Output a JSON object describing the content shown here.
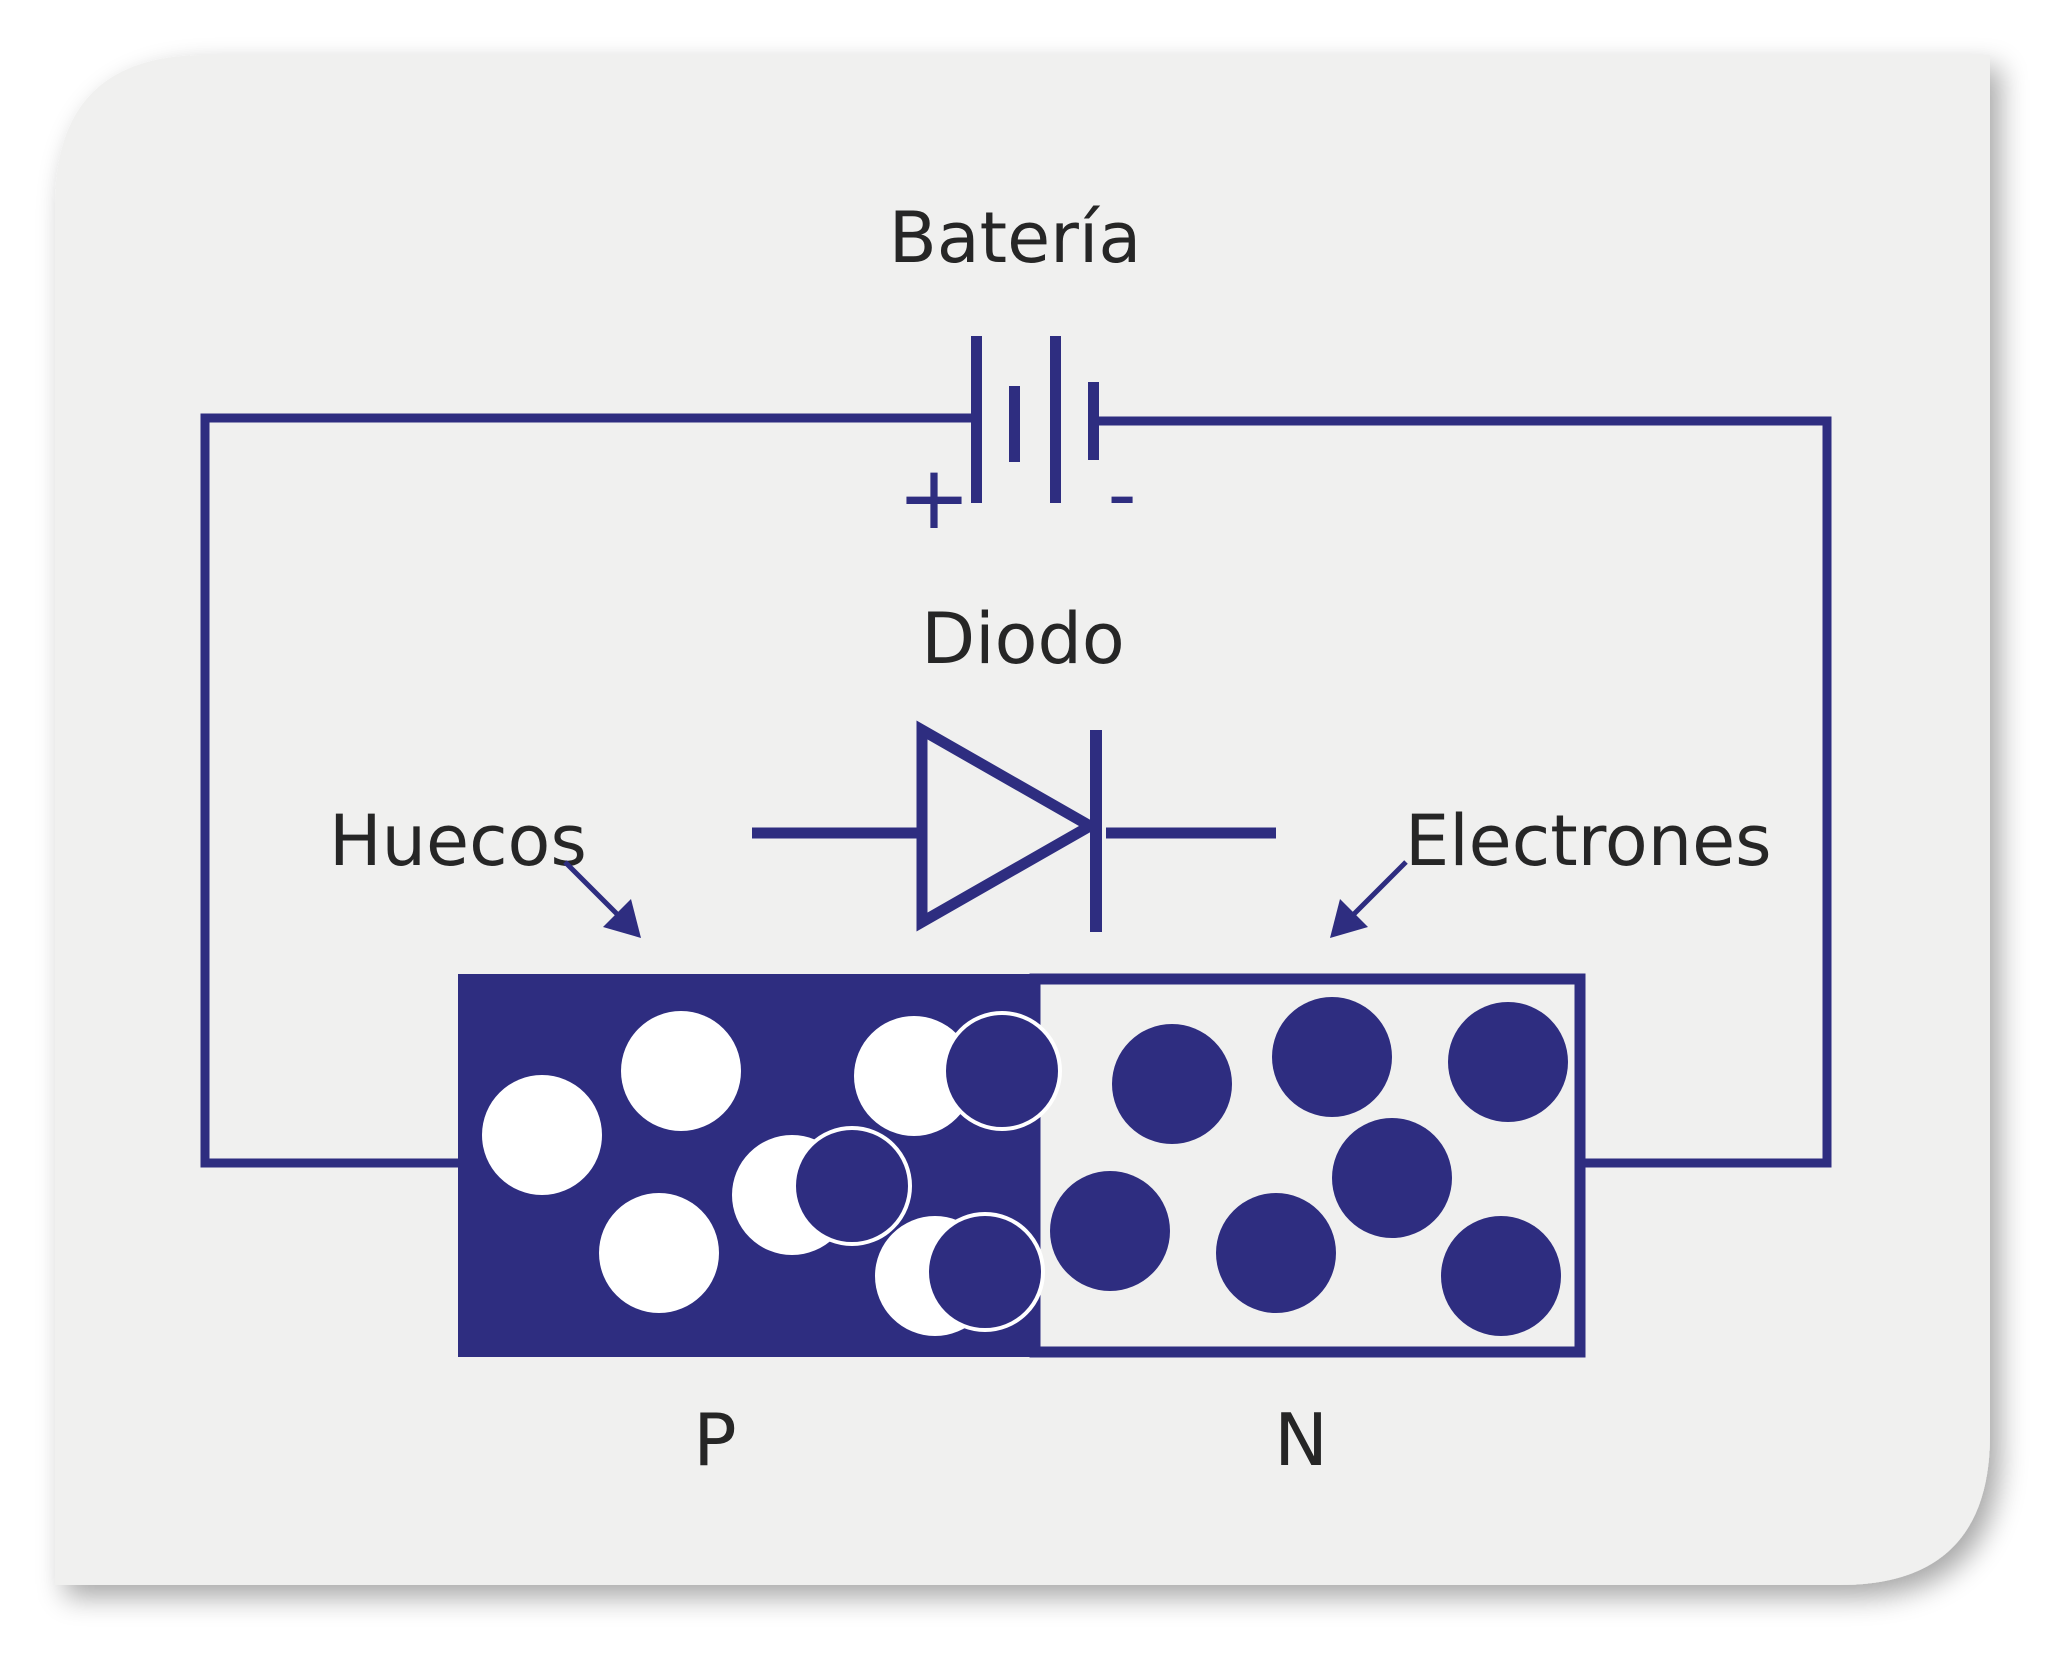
{
  "diagram": {
    "battery_label": "Batería",
    "battery_plus": "+",
    "battery_minus": "-",
    "diode_label": "Diodo",
    "holes_label": "Huecos",
    "electrons_label": "Electrones",
    "p_label": "P",
    "n_label": "N"
  },
  "colors": {
    "accent": "#2e2d80",
    "card": "#f0f0ef",
    "text": "#262626",
    "hole": "#ffffff"
  }
}
